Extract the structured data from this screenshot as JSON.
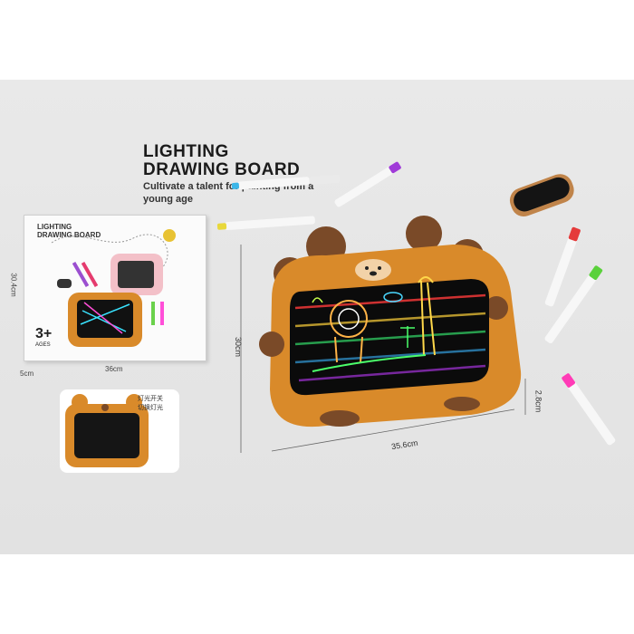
{
  "product": {
    "title_line1": "LIGHTING",
    "title_line2": "DRAWING BOARD",
    "subtitle": "Cultivate a talent for painting from a young age"
  },
  "package": {
    "title_line1": "LIGHTING",
    "title_line2": "DRAWING BOARD",
    "age": "3+",
    "age_label": "AGES",
    "width": "36cm",
    "height": "30.4cm",
    "depth": "5cm"
  },
  "callout": {
    "line1": "灯光开关",
    "line2": "切换灯光"
  },
  "board": {
    "width": "35.6cm",
    "height": "30cm",
    "thickness": "2.8cm"
  },
  "colors": {
    "board_orange": "#d98a2a",
    "board_brown": "#7a4a28",
    "screen": "#0b0b0b"
  }
}
